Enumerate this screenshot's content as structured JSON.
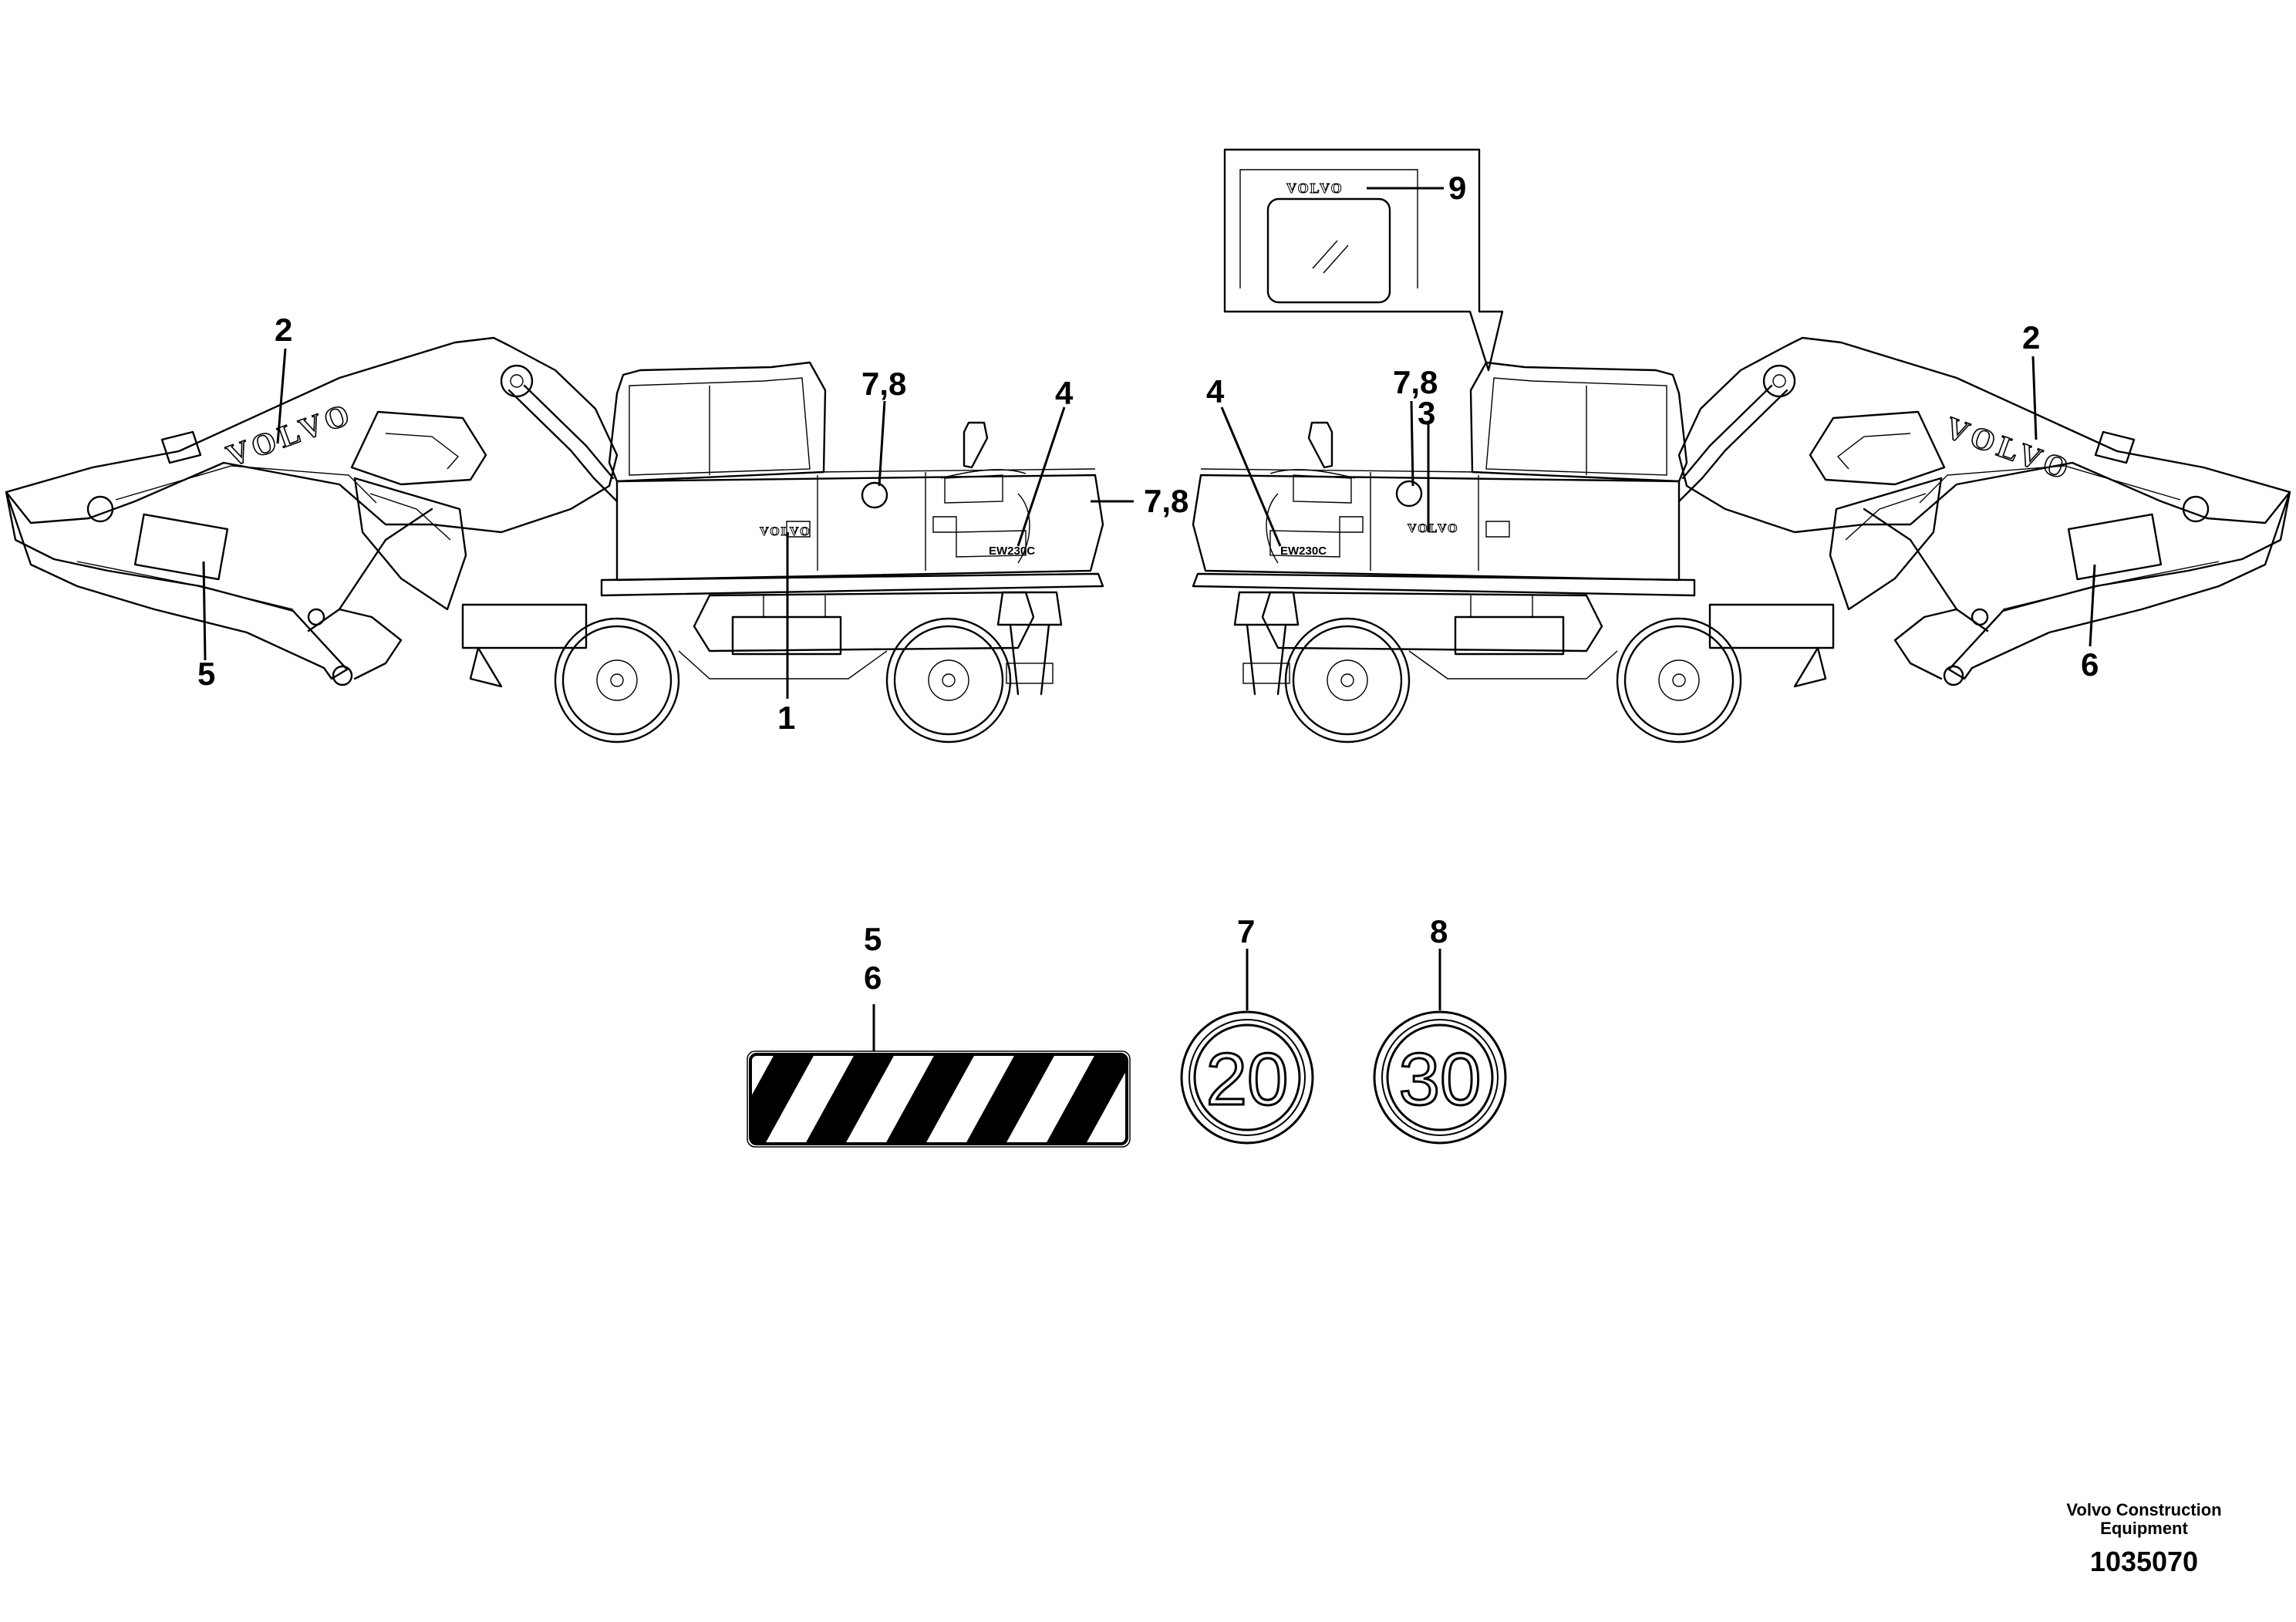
{
  "left_view": {
    "callouts": {
      "c1": "1",
      "c2": "2",
      "c4": "4",
      "c5": "5",
      "c78_top": "7,8",
      "c78_rear": "7,8"
    },
    "boom_brand": "VOLVO",
    "hood_brand": "VOLVO",
    "model_badge": "EW230C"
  },
  "right_view": {
    "callouts": {
      "c2": "2",
      "c3": "3",
      "c4": "4",
      "c6": "6",
      "c78_top": "7,8",
      "c9": "9"
    },
    "boom_brand": "VOLVO",
    "hood_brand": "VOLVO",
    "model_badge": "EW230C",
    "windshield_brand": "VOLVO"
  },
  "decals": {
    "stripe_callout_a": "5",
    "stripe_callout_b": "6",
    "sign_20_callout": "7",
    "sign_20_value": "20",
    "sign_30_callout": "8",
    "sign_30_value": "30"
  },
  "footer": {
    "company_line1": "Volvo Construction",
    "company_line2": "Equipment",
    "drawing_number": "1035070"
  }
}
